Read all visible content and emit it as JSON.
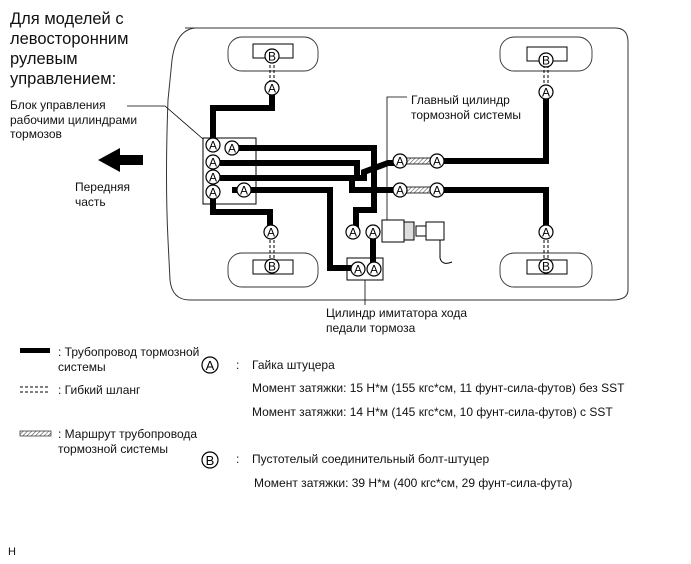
{
  "title": "Для моделей с левосторонним рулевым управлением:",
  "labels": {
    "actuator_block": "Блок управления рабочими цилиндрами тормозов",
    "front": "Передняя часть",
    "master_cylinder": "Главный цилиндр тормозной системы",
    "stroke_simulator": "Цилиндр имитатора хода педали тормоза"
  },
  "symbols": {
    "a": "A",
    "b": "B"
  },
  "legend": {
    "brake_line": ": Трубопровод тормозной системы",
    "flexible_hose": ": Гибкий шланг",
    "brake_line_route": ": Маршрут трубопровода тормозной системы"
  },
  "fasteners": [
    {
      "symbol": "A",
      "colon": ":",
      "name": "Гайка штуцера",
      "torques": [
        "Момент затяжки: 15 Н*м (155 кгс*см, 11 фунт-сила-футов) без SST",
        "Момент затяжки: 14 Н*м (145 кгс*см, 10 фунт-сила-футов) с SST"
      ]
    },
    {
      "symbol": "B",
      "colon": ":",
      "name": "Пустотелый соединительный болт-штуцер",
      "torques": [
        "Момент затяжки: 39 Н*м (400 кгс*см, 29 фунт-сила-фута)"
      ]
    }
  ],
  "footer": "H",
  "colors": {
    "line": "#000000",
    "outline": "#333333",
    "hatch": "#555555"
  }
}
